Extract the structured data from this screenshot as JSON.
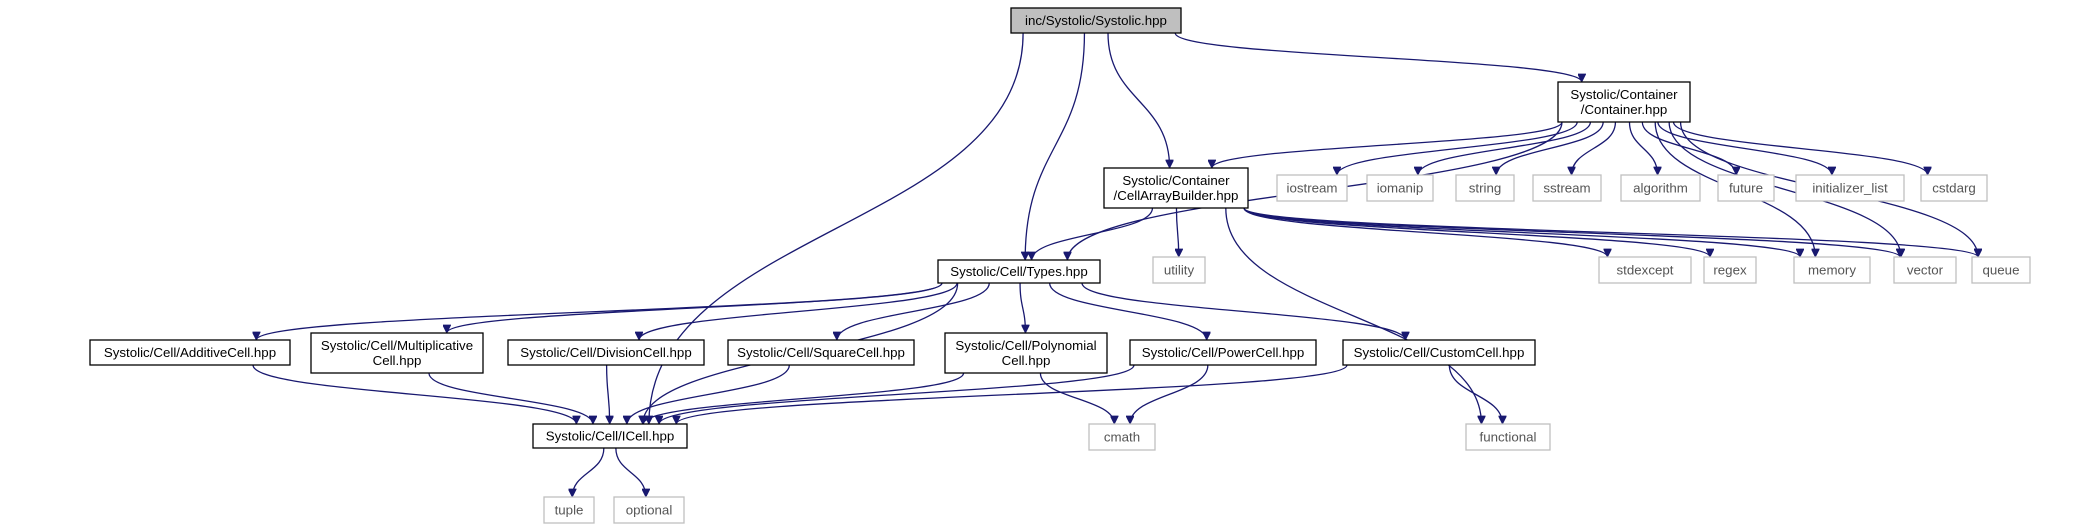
{
  "diagram": {
    "type": "include-dependency-graph",
    "nodes": [
      {
        "id": "systolic",
        "kind": "root",
        "lines": [
          "inc/Systolic/Systolic.hpp"
        ]
      },
      {
        "id": "container",
        "kind": "sys",
        "lines": [
          "Systolic/Container",
          "/Container.hpp"
        ]
      },
      {
        "id": "cellarraybuilder",
        "kind": "sys",
        "lines": [
          "Systolic/Container",
          "/CellArrayBuilder.hpp"
        ]
      },
      {
        "id": "types",
        "kind": "sys",
        "lines": [
          "Systolic/Cell/Types.hpp"
        ]
      },
      {
        "id": "additive",
        "kind": "sys",
        "lines": [
          "Systolic/Cell/AdditiveCell.hpp"
        ]
      },
      {
        "id": "multiplicative",
        "kind": "sys",
        "lines": [
          "Systolic/Cell/Multiplicative",
          "Cell.hpp"
        ]
      },
      {
        "id": "division",
        "kind": "sys",
        "lines": [
          "Systolic/Cell/DivisionCell.hpp"
        ]
      },
      {
        "id": "square",
        "kind": "sys",
        "lines": [
          "Systolic/Cell/SquareCell.hpp"
        ]
      },
      {
        "id": "polynomial",
        "kind": "sys",
        "lines": [
          "Systolic/Cell/Polynomial",
          "Cell.hpp"
        ]
      },
      {
        "id": "power",
        "kind": "sys",
        "lines": [
          "Systolic/Cell/PowerCell.hpp"
        ]
      },
      {
        "id": "custom",
        "kind": "sys",
        "lines": [
          "Systolic/Cell/CustomCell.hpp"
        ]
      },
      {
        "id": "icell",
        "kind": "sys",
        "lines": [
          "Systolic/Cell/ICell.hpp"
        ]
      },
      {
        "id": "iostream",
        "kind": "std",
        "lines": [
          "iostream"
        ]
      },
      {
        "id": "iomanip",
        "kind": "std",
        "lines": [
          "iomanip"
        ]
      },
      {
        "id": "string",
        "kind": "std",
        "lines": [
          "string"
        ]
      },
      {
        "id": "sstream",
        "kind": "std",
        "lines": [
          "sstream"
        ]
      },
      {
        "id": "algorithm",
        "kind": "std",
        "lines": [
          "algorithm"
        ]
      },
      {
        "id": "future",
        "kind": "std",
        "lines": [
          "future"
        ]
      },
      {
        "id": "initializer_list",
        "kind": "std",
        "lines": [
          "initializer_list"
        ]
      },
      {
        "id": "cstdarg",
        "kind": "std",
        "lines": [
          "cstdarg"
        ]
      },
      {
        "id": "utility",
        "kind": "std",
        "lines": [
          "utility"
        ]
      },
      {
        "id": "stdexcept",
        "kind": "std",
        "lines": [
          "stdexcept"
        ]
      },
      {
        "id": "regex",
        "kind": "std",
        "lines": [
          "regex"
        ]
      },
      {
        "id": "memory",
        "kind": "std",
        "lines": [
          "memory"
        ]
      },
      {
        "id": "vector",
        "kind": "std",
        "lines": [
          "vector"
        ]
      },
      {
        "id": "queue",
        "kind": "std",
        "lines": [
          "queue"
        ]
      },
      {
        "id": "functional",
        "kind": "std",
        "lines": [
          "functional"
        ]
      },
      {
        "id": "cmath",
        "kind": "std",
        "lines": [
          "cmath"
        ]
      },
      {
        "id": "tuple",
        "kind": "std",
        "lines": [
          "tuple"
        ]
      },
      {
        "id": "optional",
        "kind": "std",
        "lines": [
          "optional"
        ]
      }
    ],
    "edges": [
      [
        "systolic",
        "icell"
      ],
      [
        "systolic",
        "types"
      ],
      [
        "systolic",
        "cellarraybuilder"
      ],
      [
        "systolic",
        "container"
      ],
      [
        "container",
        "types"
      ],
      [
        "container",
        "cellarraybuilder"
      ],
      [
        "container",
        "iostream"
      ],
      [
        "container",
        "iomanip"
      ],
      [
        "container",
        "string"
      ],
      [
        "container",
        "sstream"
      ],
      [
        "container",
        "algorithm"
      ],
      [
        "container",
        "future"
      ],
      [
        "container",
        "initializer_list"
      ],
      [
        "container",
        "cstdarg"
      ],
      [
        "container",
        "memory"
      ],
      [
        "container",
        "vector"
      ],
      [
        "container",
        "queue"
      ],
      [
        "cellarraybuilder",
        "types"
      ],
      [
        "cellarraybuilder",
        "utility"
      ],
      [
        "cellarraybuilder",
        "stdexcept"
      ],
      [
        "cellarraybuilder",
        "regex"
      ],
      [
        "cellarraybuilder",
        "memory"
      ],
      [
        "cellarraybuilder",
        "vector"
      ],
      [
        "cellarraybuilder",
        "queue"
      ],
      [
        "cellarraybuilder",
        "functional"
      ],
      [
        "types",
        "icell"
      ],
      [
        "types",
        "additive"
      ],
      [
        "types",
        "multiplicative"
      ],
      [
        "types",
        "division"
      ],
      [
        "types",
        "square"
      ],
      [
        "types",
        "polynomial"
      ],
      [
        "types",
        "power"
      ],
      [
        "types",
        "custom"
      ],
      [
        "additive",
        "icell"
      ],
      [
        "multiplicative",
        "icell"
      ],
      [
        "division",
        "icell"
      ],
      [
        "square",
        "icell"
      ],
      [
        "polynomial",
        "icell"
      ],
      [
        "polynomial",
        "cmath"
      ],
      [
        "power",
        "icell"
      ],
      [
        "power",
        "cmath"
      ],
      [
        "custom",
        "icell"
      ],
      [
        "custom",
        "functional"
      ],
      [
        "icell",
        "tuple"
      ],
      [
        "icell",
        "optional"
      ]
    ]
  }
}
